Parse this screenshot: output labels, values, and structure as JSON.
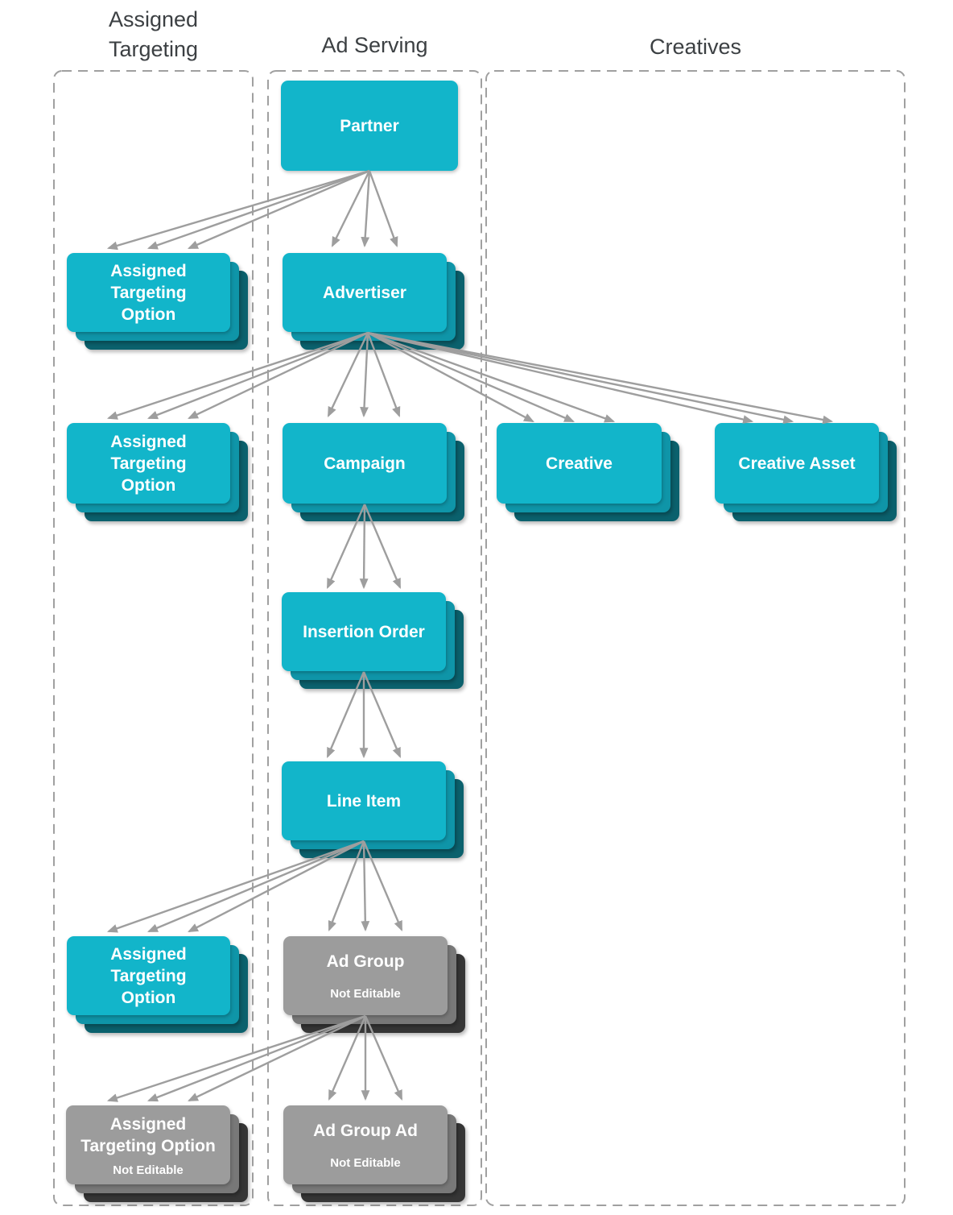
{
  "columns": [
    {
      "id": "assigned-targeting",
      "title": "Assigned\nTargeting"
    },
    {
      "id": "ad-serving",
      "title": "Ad Serving"
    },
    {
      "id": "creatives",
      "title": "Creatives"
    }
  ],
  "nodes": [
    {
      "id": "partner",
      "label": "Partner",
      "column": "ad-serving",
      "editable": true,
      "stacked": false
    },
    {
      "id": "assigned-targeting-option-partner",
      "label": "Assigned\nTargeting\nOption",
      "column": "assigned-targeting",
      "editable": true,
      "stacked": true
    },
    {
      "id": "advertiser",
      "label": "Advertiser",
      "column": "ad-serving",
      "editable": true,
      "stacked": true
    },
    {
      "id": "assigned-targeting-option-advertiser",
      "label": "Assigned\nTargeting\nOption",
      "column": "assigned-targeting",
      "editable": true,
      "stacked": true
    },
    {
      "id": "campaign",
      "label": "Campaign",
      "column": "ad-serving",
      "editable": true,
      "stacked": true
    },
    {
      "id": "creative",
      "label": "Creative",
      "column": "creatives",
      "editable": true,
      "stacked": true
    },
    {
      "id": "creative-asset",
      "label": "Creative Asset",
      "column": "creatives",
      "editable": true,
      "stacked": true
    },
    {
      "id": "insertion-order",
      "label": "Insertion Order",
      "column": "ad-serving",
      "editable": true,
      "stacked": true
    },
    {
      "id": "line-item",
      "label": "Line Item",
      "column": "ad-serving",
      "editable": true,
      "stacked": true
    },
    {
      "id": "assigned-targeting-option-line-item",
      "label": "Assigned\nTargeting\nOption",
      "column": "assigned-targeting",
      "editable": true,
      "stacked": true
    },
    {
      "id": "ad-group",
      "label": "Ad Group",
      "note": "Not Editable",
      "column": "ad-serving",
      "editable": false,
      "stacked": true
    },
    {
      "id": "assigned-targeting-option-ad-group",
      "label": "Assigned\nTargeting Option",
      "note": "Not Editable",
      "column": "assigned-targeting",
      "editable": false,
      "stacked": true
    },
    {
      "id": "ad-group-ad",
      "label": "Ad Group Ad",
      "note": "Not Editable",
      "column": "ad-serving",
      "editable": false,
      "stacked": true
    }
  ],
  "edges": [
    {
      "from": "partner",
      "to": "assigned-targeting-option-partner",
      "multiplicity": "many"
    },
    {
      "from": "partner",
      "to": "advertiser",
      "multiplicity": "many"
    },
    {
      "from": "advertiser",
      "to": "assigned-targeting-option-advertiser",
      "multiplicity": "many"
    },
    {
      "from": "advertiser",
      "to": "campaign",
      "multiplicity": "many"
    },
    {
      "from": "advertiser",
      "to": "creative",
      "multiplicity": "many"
    },
    {
      "from": "advertiser",
      "to": "creative-asset",
      "multiplicity": "many"
    },
    {
      "from": "campaign",
      "to": "insertion-order",
      "multiplicity": "many"
    },
    {
      "from": "insertion-order",
      "to": "line-item",
      "multiplicity": "many"
    },
    {
      "from": "line-item",
      "to": "assigned-targeting-option-line-item",
      "multiplicity": "many"
    },
    {
      "from": "line-item",
      "to": "ad-group",
      "multiplicity": "many"
    },
    {
      "from": "ad-group",
      "to": "assigned-targeting-option-ad-group",
      "multiplicity": "many"
    },
    {
      "from": "ad-group",
      "to": "ad-group-ad",
      "multiplicity": "many"
    }
  ],
  "colors": {
    "teal": "#12b5ca",
    "teal_mid": "#0f95a8",
    "teal_dark": "#0b616d",
    "gray": "#9c9c9c",
    "gray_mid": "#787878",
    "gray_dark": "#363636",
    "arrow": "#9e9e9e",
    "border": "#a0a0a0",
    "title_text": "#3c4043",
    "label_text": "#ffffff"
  }
}
